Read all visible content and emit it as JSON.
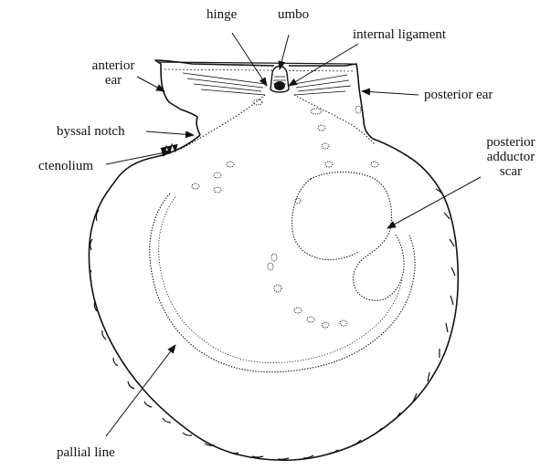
{
  "labels": {
    "hinge": "hinge",
    "umbo": "umbo",
    "internal_ligament": "internal ligament",
    "anterior_ear_line1": "anterior",
    "anterior_ear_line2": "ear",
    "posterior_ear": "posterior ear",
    "byssal_notch": "byssal notch",
    "ctenolium": "ctenolium",
    "posterior_adductor_line1": "posterior",
    "posterior_adductor_line2": "adductor",
    "posterior_adductor_line3": "scar",
    "pallial_line": "pallial line"
  },
  "colors": {
    "ink": "#111111",
    "paper": "#ffffff"
  }
}
